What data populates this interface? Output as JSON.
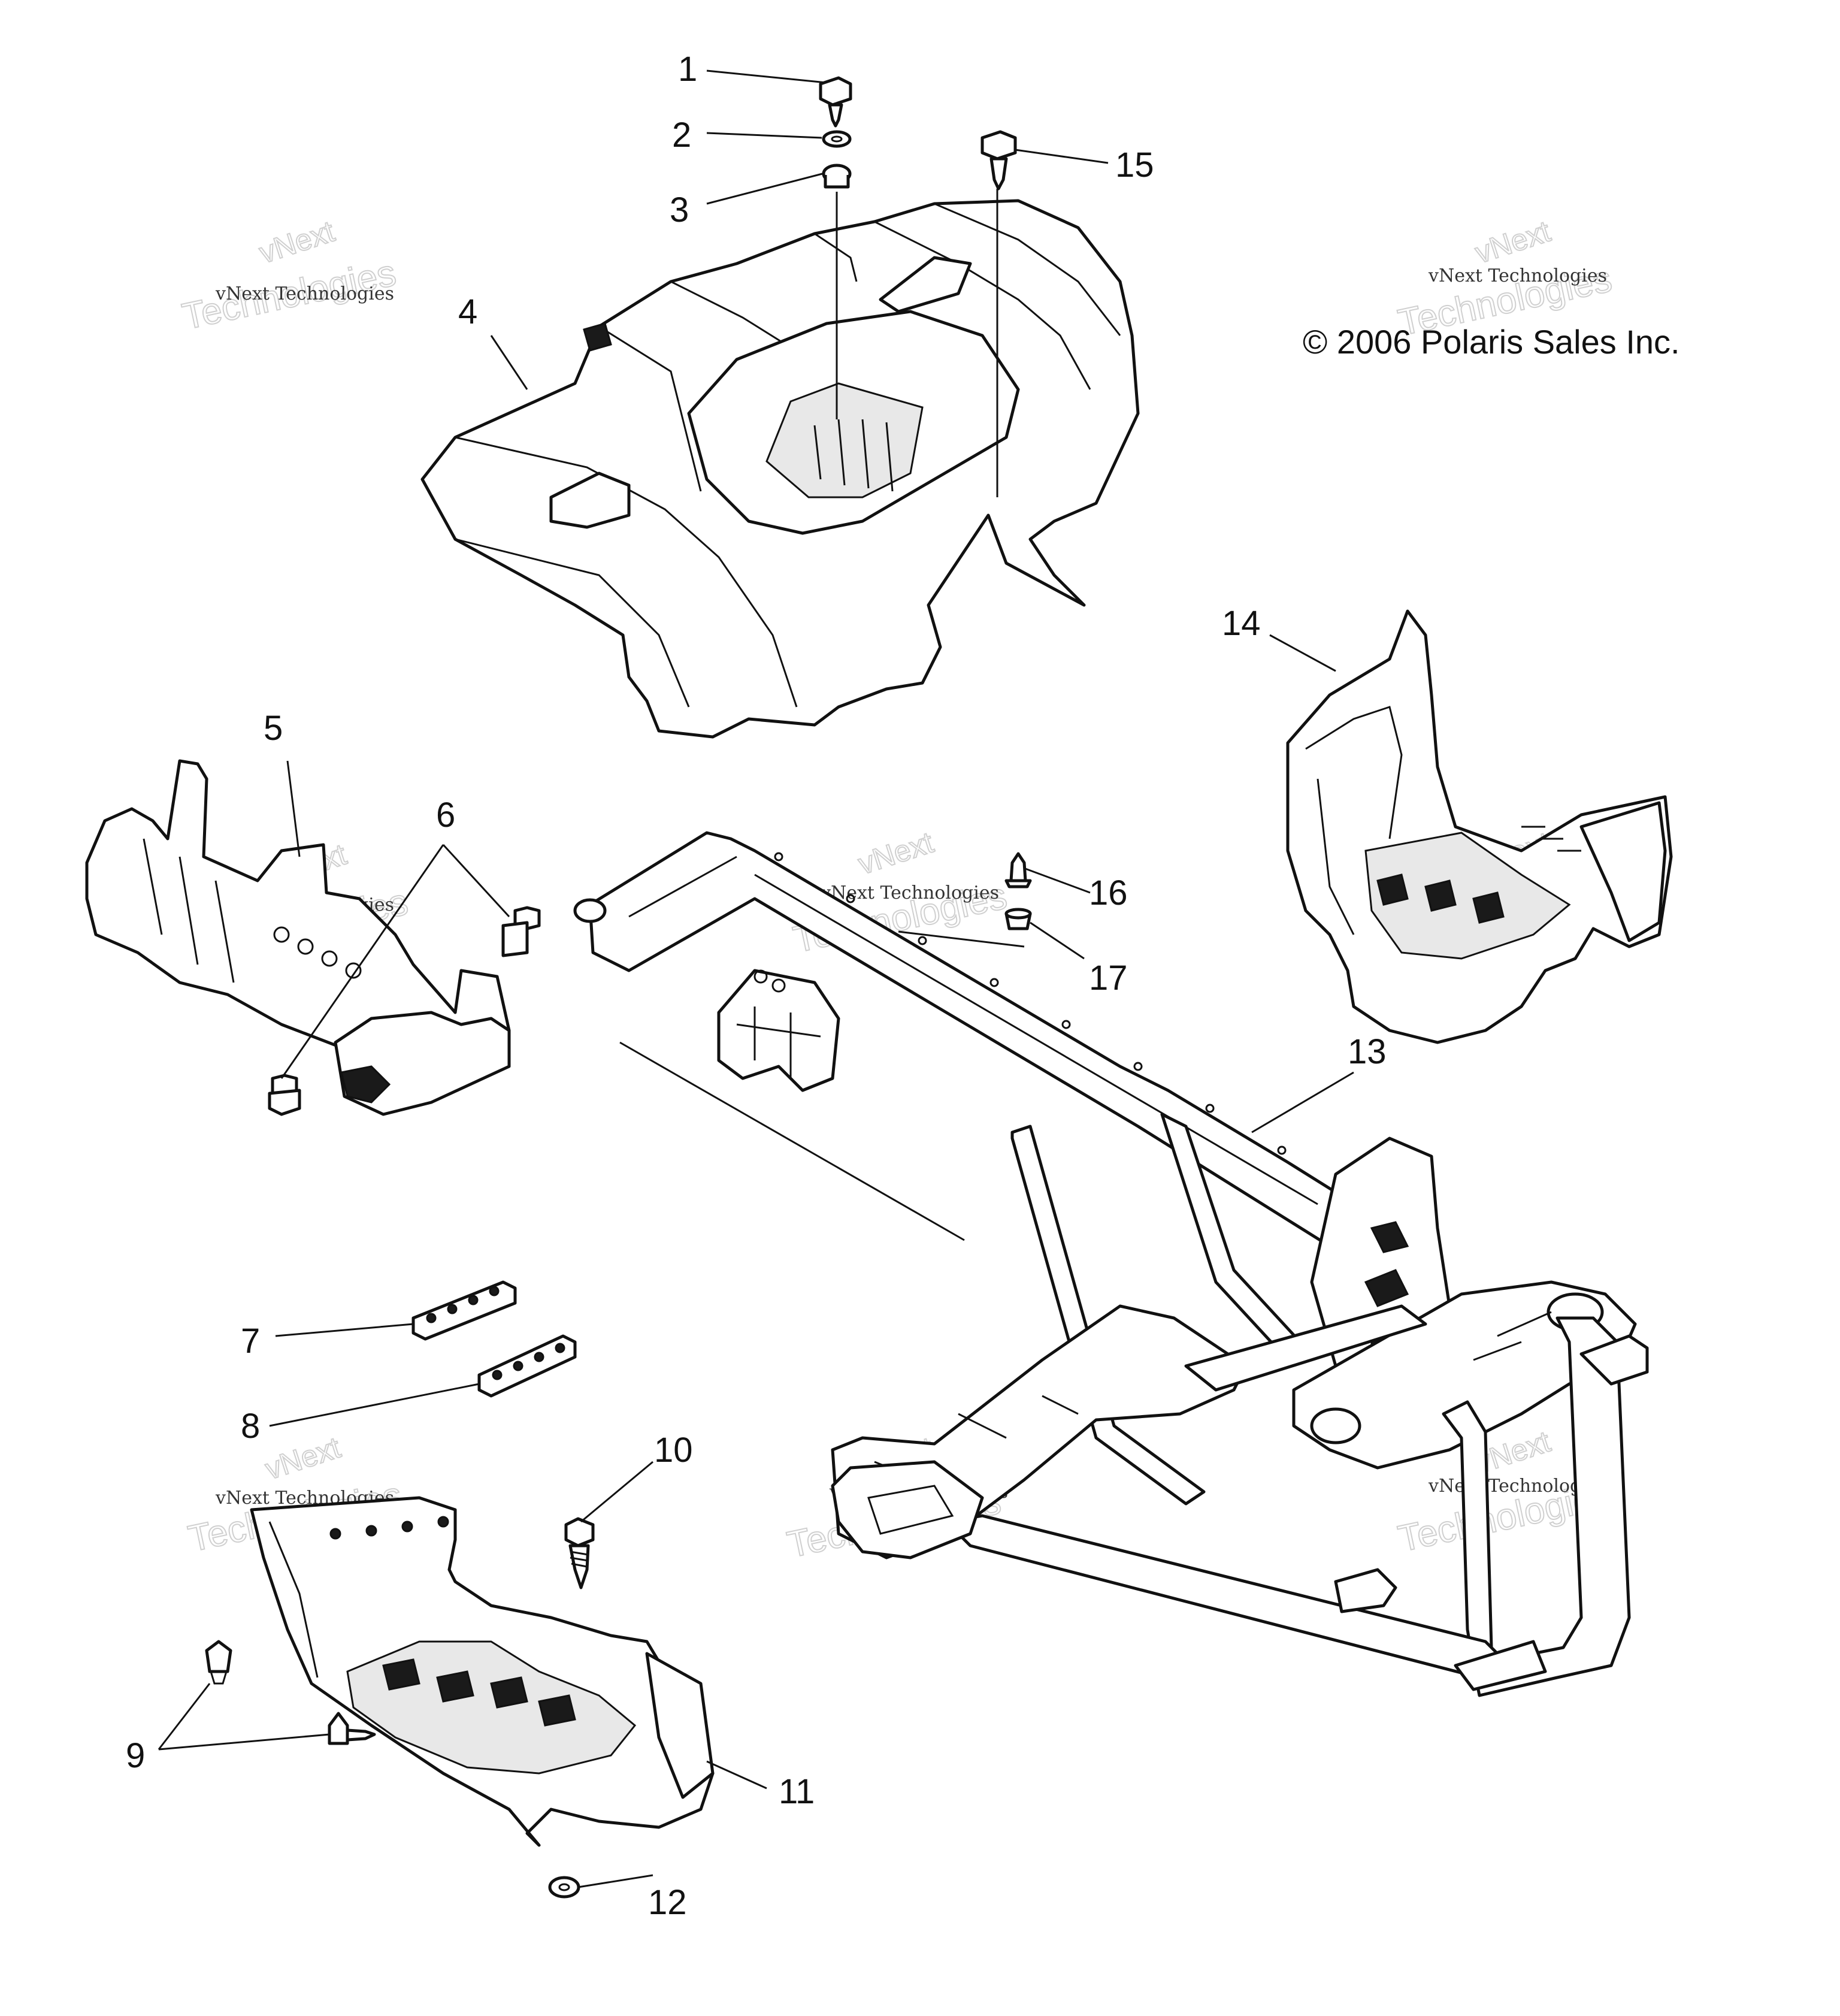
{
  "copyright": "© 2006 Polaris Sales Inc.",
  "watermark": {
    "name": "vNext Technologies",
    "ghost": "Technologies",
    "arc": "vNext"
  },
  "callouts": [
    "1",
    "2",
    "3",
    "4",
    "5",
    "6",
    "7",
    "8",
    "9",
    "10",
    "11",
    "12",
    "13",
    "14",
    "15",
    "16",
    "17"
  ]
}
